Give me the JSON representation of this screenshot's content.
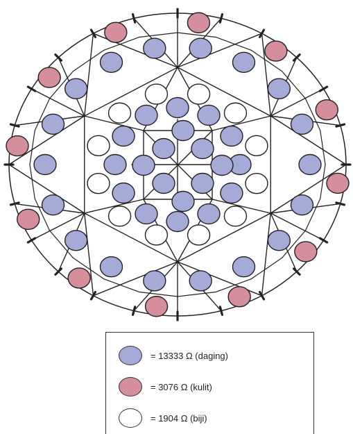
{
  "colors": {
    "daging": "#a6aad6",
    "kulit": "#d48e9c",
    "biji": "#ffffff",
    "line": "#222222"
  },
  "legend": [
    {
      "key": "daging",
      "label": "= 13333 Ω (daging)"
    },
    {
      "key": "kulit",
      "label": "= 3076 Ω (kulit)"
    },
    {
      "key": "biji",
      "label": "= 1904 Ω (biji)"
    }
  ]
}
